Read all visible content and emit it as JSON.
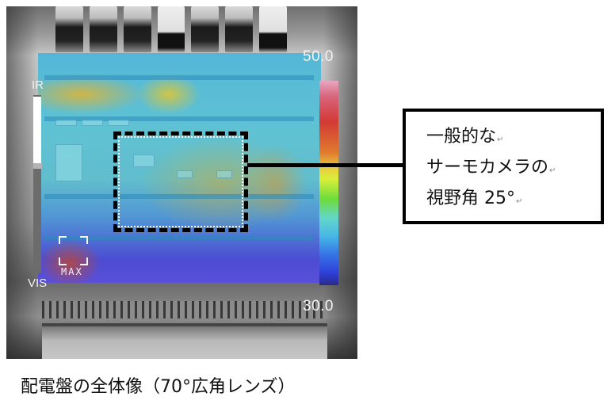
{
  "figure": {
    "thermal_image": {
      "description": "Thermal camera view of electrical distribution panel with IR overlay",
      "overlay_mode_labels": {
        "ir": "IR",
        "vis": "VIS"
      },
      "scale": {
        "max": "50.0",
        "min": "30.0"
      },
      "hotspot_label": "MAX",
      "scale_colors": [
        "#e7a6c0",
        "#d33a34",
        "#e07a2e",
        "#d9ee3a",
        "#6ddc3a",
        "#64d7c9",
        "#47b7e5",
        "#3574e5",
        "#2e3fd8",
        "#2a2a8a"
      ]
    },
    "callout": {
      "lines": [
        "一般的な",
        "サーモカメラの",
        "視野角 25°"
      ],
      "paragraph_mark": "↵"
    },
    "caption": "配電盤の全体像（70°広角レンズ）"
  }
}
